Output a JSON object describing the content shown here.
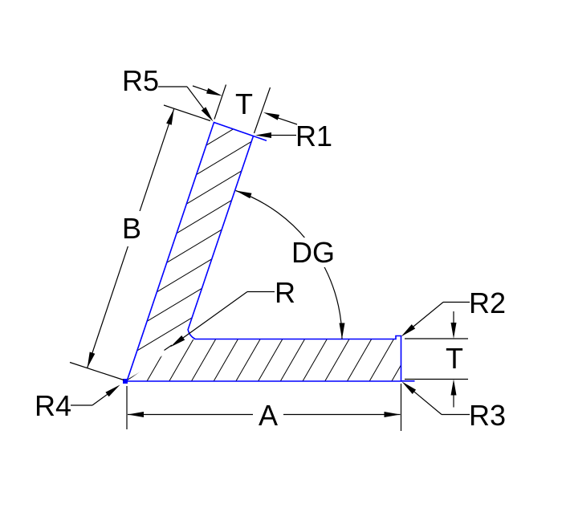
{
  "title": "Angle profile cross-section dimension drawing",
  "labels": {
    "r5": "R5",
    "t_top": "T",
    "r1": "R1",
    "b": "B",
    "dg": "DG",
    "r": "R",
    "r2": "R2",
    "t_right": "T",
    "r3": "R3",
    "r4": "R4",
    "a": "A"
  },
  "colors": {
    "profile_outline": "#0000ff",
    "annotation": "#000000",
    "background": "#ffffff"
  }
}
